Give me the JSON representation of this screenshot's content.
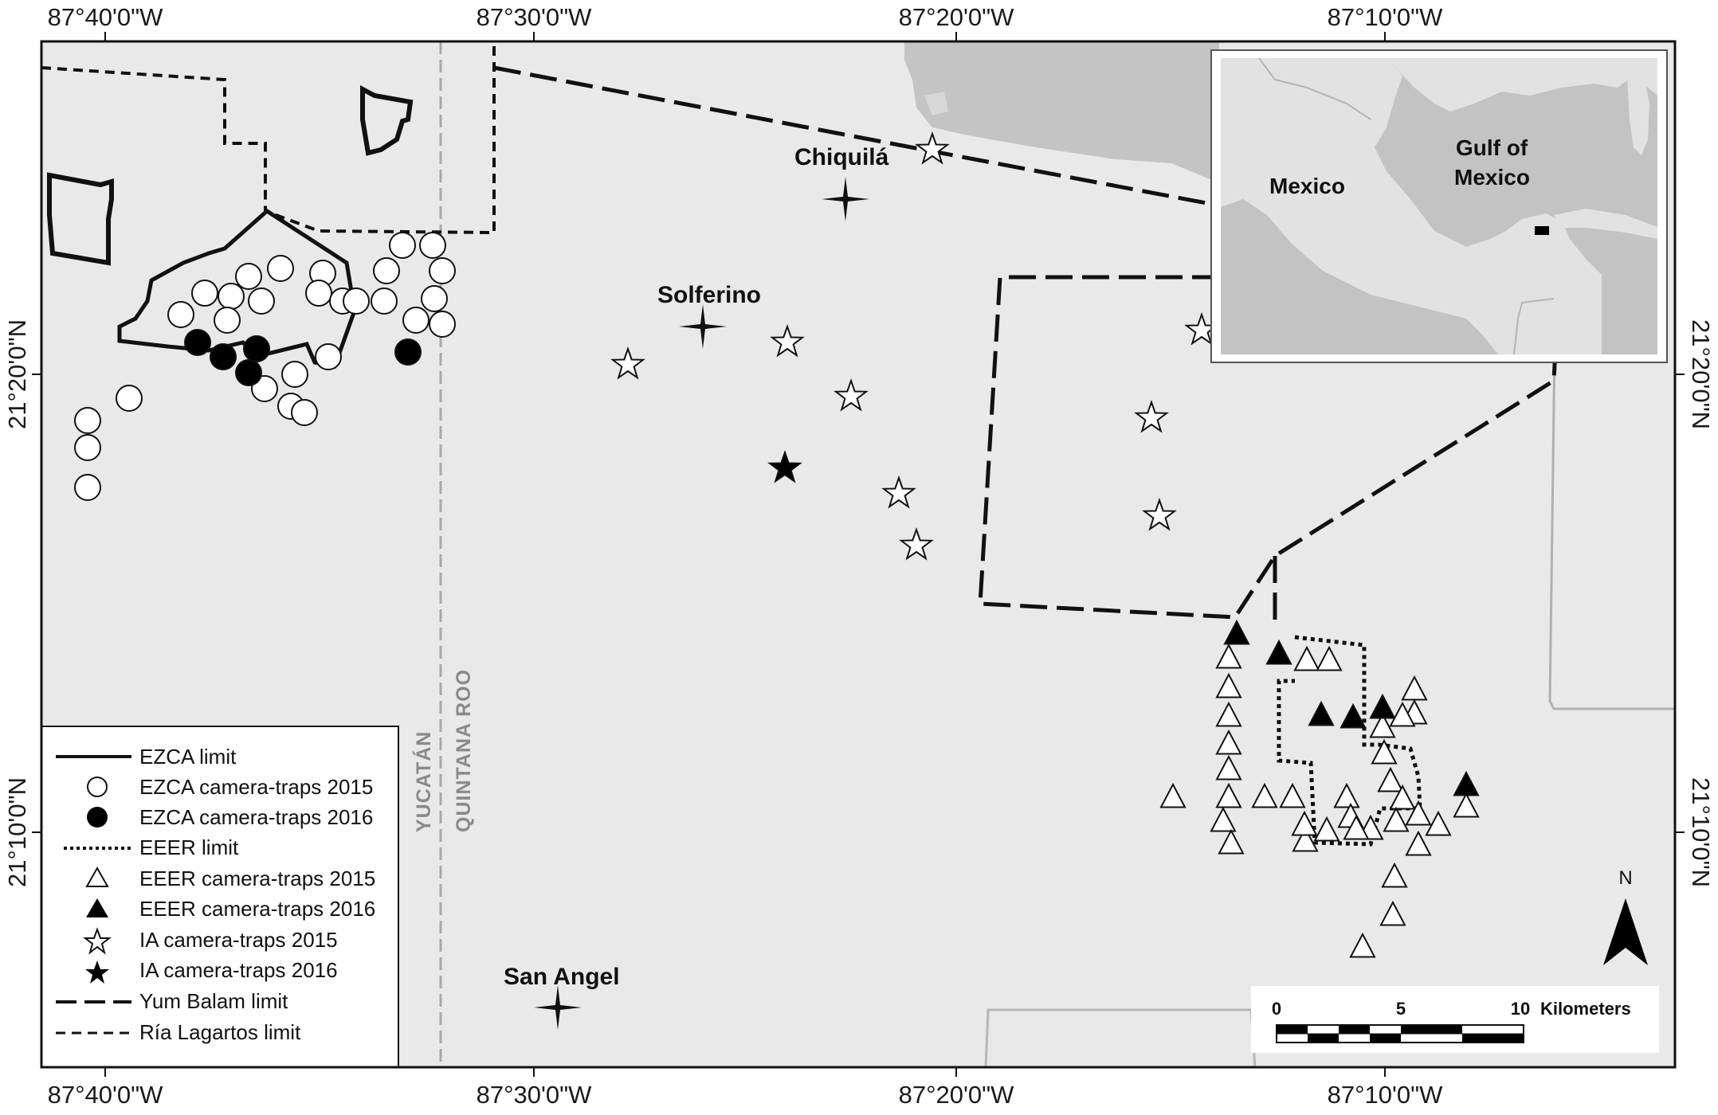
{
  "coordinates": {
    "lon_top": [
      "87°40'0\"W",
      "87°30'0\"W",
      "87°20'0\"W",
      "87°10'0\"W"
    ],
    "lon_bottom": [
      "87°40'0\"W",
      "87°30'0\"W",
      "87°20'0\"W",
      "87°10'0\"W"
    ],
    "lat_left": [
      "21°20'0\"N",
      "21°10'0\"N"
    ],
    "lat_right": [
      "21°20'0\"N",
      "21°10'0\"N"
    ]
  },
  "places": {
    "chiquila": "Chiquilá",
    "solferino": "Solferino",
    "san_angel": "San Angel"
  },
  "states": {
    "yucatan": "YUCATÁN",
    "quintana_roo": "QUINTANA ROO"
  },
  "inset": {
    "mexico": "Mexico",
    "gulf_line1": "Gulf of",
    "gulf_line2": "Mexico"
  },
  "legend": {
    "items": [
      "EZCA limit",
      "EZCA camera-traps 2015",
      "EZCA camera-traps 2016",
      "EEER limit",
      "EEER camera-traps 2015",
      "EEER camera-traps 2016",
      "IA camera-traps 2015",
      "IA camera-traps 2016",
      "Yum Balam limit",
      "Ría Lagartos limit"
    ]
  },
  "scale_bar": {
    "labels": [
      "0",
      "5",
      "10"
    ],
    "unit": "Kilometers"
  },
  "north_arrow": {
    "label": "N"
  },
  "colors": {
    "land": "#e8e8e8",
    "water": "#c4c4c4",
    "border_gray": "#a8a8a8",
    "marker_fill_open": "#ffffff",
    "marker_fill_solid": "#000000"
  }
}
